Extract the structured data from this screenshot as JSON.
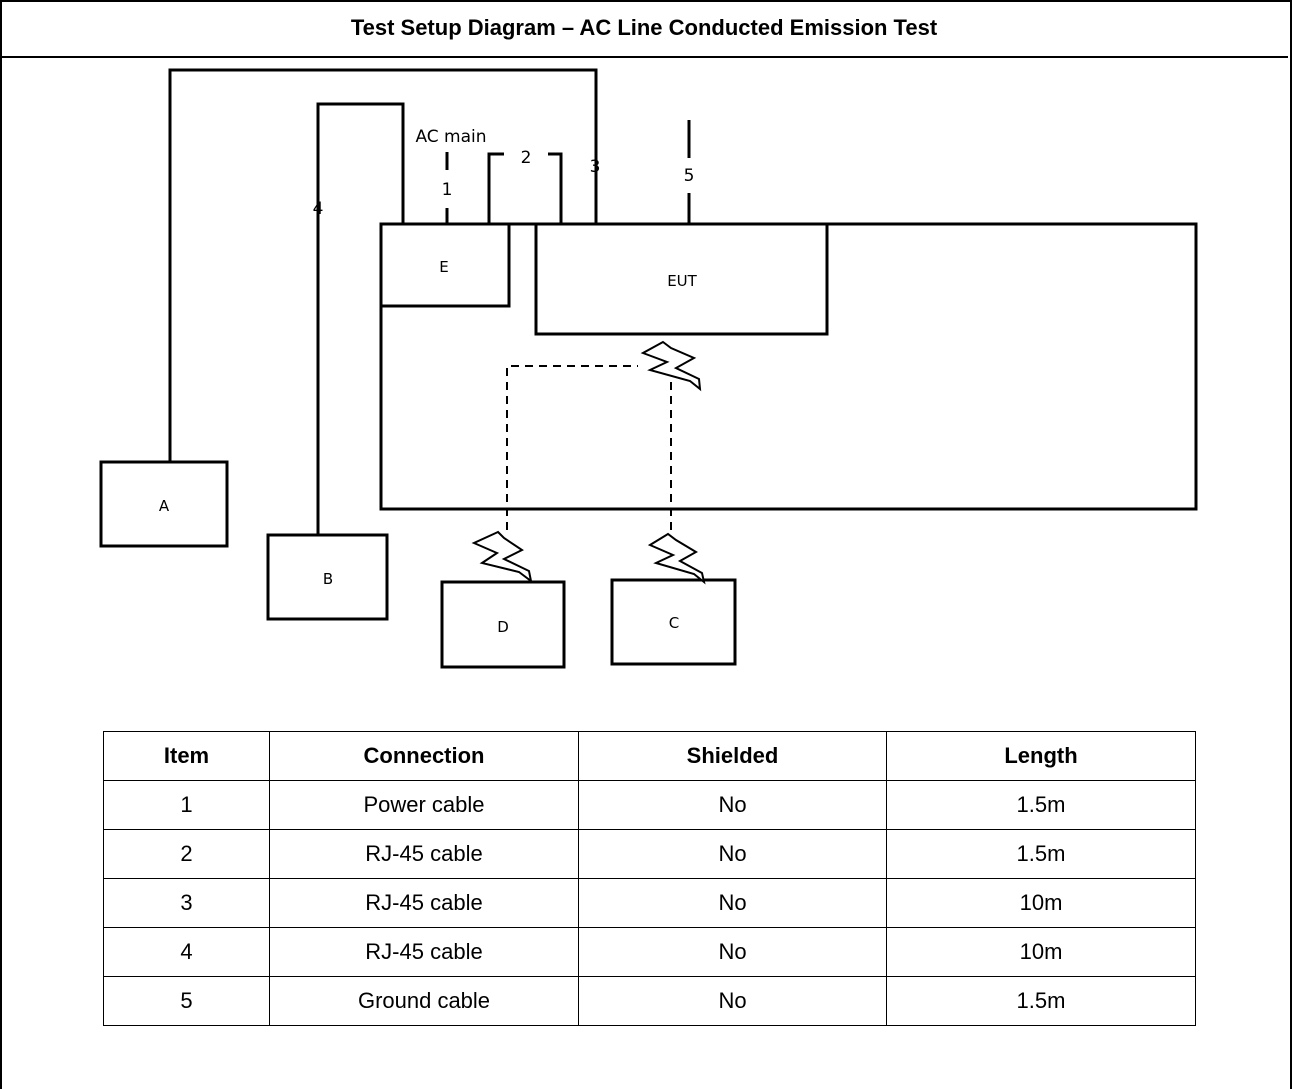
{
  "title": "Test Setup Diagram – AC Line Conducted Emission Test",
  "diagram": {
    "eut_label": "EUT",
    "boxes": {
      "a": "A",
      "b": "B",
      "c": "C",
      "d": "D",
      "e": "E"
    },
    "ac_main_label": "AC main",
    "cable_numbers": {
      "c1": "1",
      "c2": "2",
      "c3": "3",
      "c4": "4",
      "c5": "5"
    }
  },
  "table": {
    "headers": [
      "Item",
      "Connection",
      "Shielded",
      "Length"
    ],
    "rows": [
      [
        "1",
        "Power cable",
        "No",
        "1.5m"
      ],
      [
        "2",
        "RJ-45 cable",
        "No",
        "1.5m"
      ],
      [
        "3",
        "RJ-45 cable",
        "No",
        "10m"
      ],
      [
        "4",
        "RJ-45 cable",
        "No",
        "10m"
      ],
      [
        "5",
        "Ground cable",
        "No",
        "1.5m"
      ]
    ]
  }
}
